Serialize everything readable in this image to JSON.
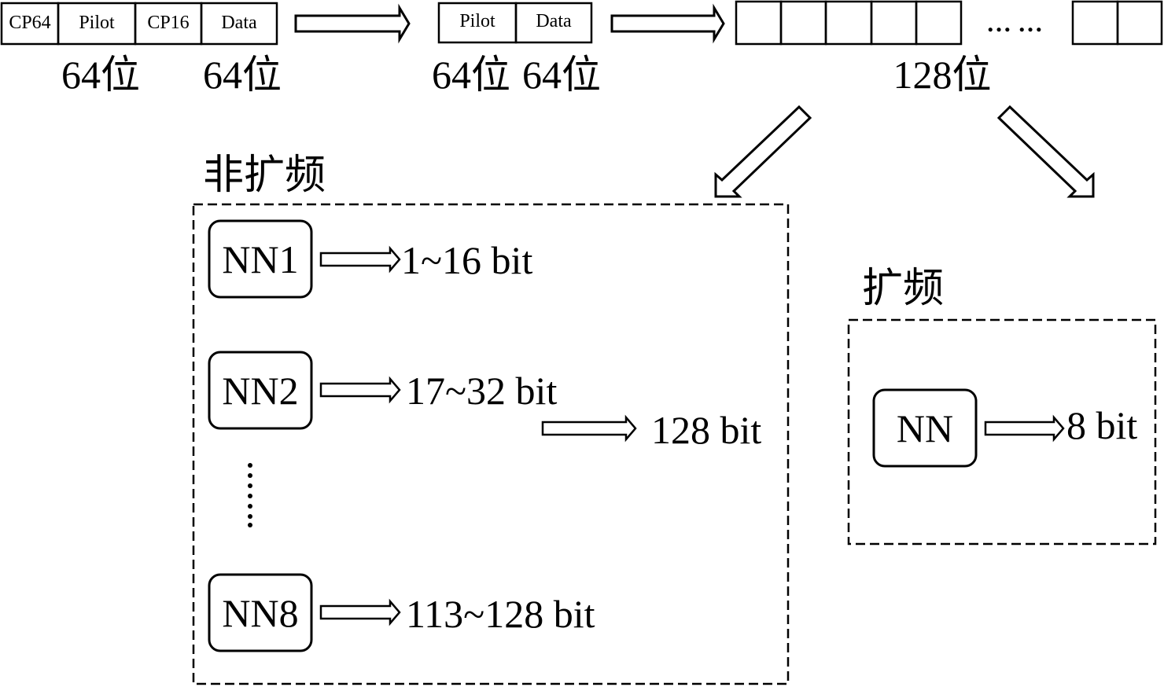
{
  "frame": {
    "cells": [
      "CP64",
      "Pilot",
      "CP16",
      "Data"
    ],
    "bits": [
      "64位",
      "64位"
    ]
  },
  "stage2": {
    "cells": [
      "Pilot",
      "Data"
    ],
    "bits": [
      "64位",
      "64位"
    ]
  },
  "stage3": {
    "ellipsis": "…  …",
    "bits": "128位"
  },
  "non_spread": {
    "title": "非扩频",
    "networks": [
      {
        "label": "NN1",
        "output": "1~16 bit"
      },
      {
        "label": "NN2",
        "output": "17~32 bit"
      },
      {
        "label": "NN8",
        "output": "113~128 bit"
      }
    ],
    "total_output": "128 bit"
  },
  "spread": {
    "title": "扩频",
    "network": {
      "label": "NN",
      "output": "8 bit"
    }
  },
  "colors": {
    "stroke": "#000000",
    "background": "#ffffff"
  }
}
